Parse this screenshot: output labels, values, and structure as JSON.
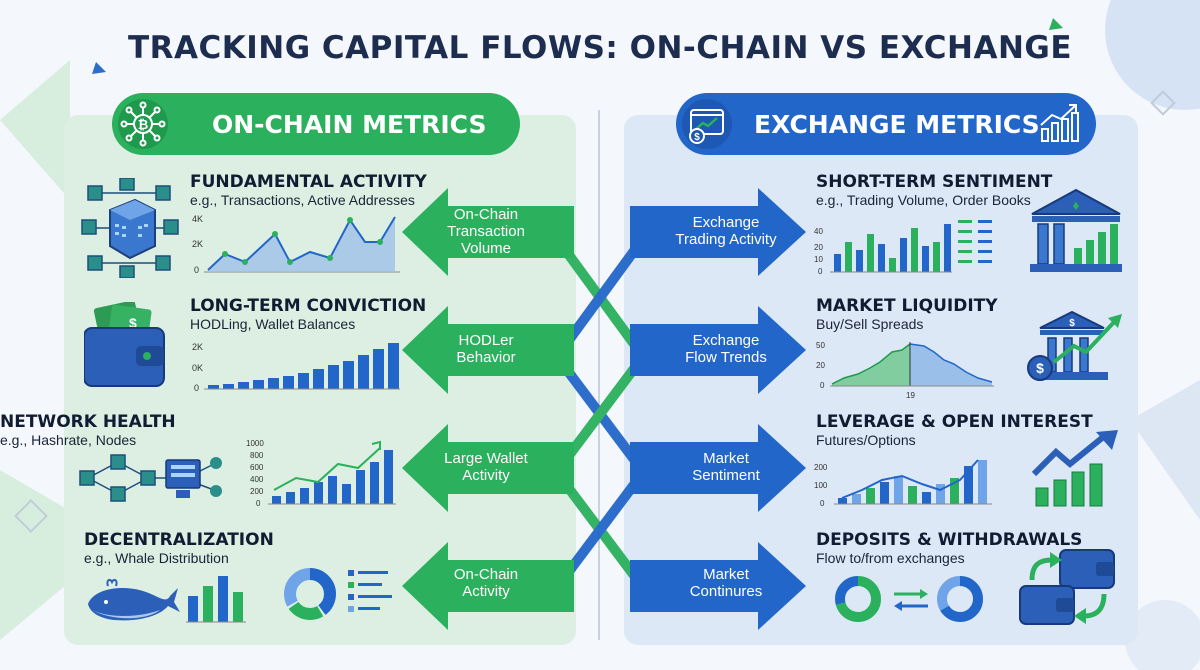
{
  "title": "TRACKING CAPITAL FLOWS: ON-CHAIN VS EXCHANGE",
  "left_header": "ON-CHAIN METRICS",
  "right_header": "EXCHANGE METRICS",
  "left_metrics": [
    {
      "title": "FUNDAMENTAL ACTIVITY",
      "subtitle": "e.g., Transactions, Active Addresses",
      "axis_labels": [
        "4K",
        "2K",
        "0"
      ]
    },
    {
      "title": "LONG-TERM CONVICTION",
      "subtitle": "HODLing, Wallet Balances",
      "axis_labels": [
        "2K",
        "0K",
        "0"
      ]
    },
    {
      "title": "NETWORK HEALTH",
      "subtitle": "e.g., Hashrate, Nodes",
      "axis_labels": [
        "1000",
        "800",
        "600",
        "400",
        "200",
        "0"
      ]
    },
    {
      "title": "DECENTRALIZATION",
      "subtitle": "e.g., Whale Distribution",
      "axis_labels": []
    }
  ],
  "right_metrics": [
    {
      "title": "SHORT-TERM SENTIMENT",
      "subtitle": "e.g., Trading Volume, Order Books",
      "axis_labels": [
        "40",
        "20",
        "10",
        "0"
      ]
    },
    {
      "title": "MARKET LIQUIDITY",
      "subtitle": "Buy/Sell Spreads",
      "axis_labels": [
        "50",
        "20",
        "0"
      ],
      "x_label": "19"
    },
    {
      "title": "LEVERAGE & OPEN INTEREST",
      "subtitle": "Futures/Options",
      "axis_labels": [
        "200",
        "100",
        "0"
      ]
    },
    {
      "title": "DEPOSITS & WITHDRAWALS",
      "subtitle": "Flow to/from exchanges",
      "axis_labels": []
    }
  ],
  "left_arrows": [
    {
      "lines": [
        "On-Chain",
        "Transaction",
        "Volume"
      ]
    },
    {
      "lines": [
        "HODLer",
        "Behavior"
      ]
    },
    {
      "lines": [
        "Large Wallet",
        "Activity"
      ]
    },
    {
      "lines": [
        "On-Chain",
        "Activity"
      ]
    }
  ],
  "right_arrows": [
    {
      "lines": [
        "Exchange",
        "Trading Activity"
      ]
    },
    {
      "lines": [
        "Exchange",
        "Flow Trends"
      ]
    },
    {
      "lines": [
        "Market",
        "Sentiment"
      ]
    },
    {
      "lines": [
        "Market",
        "Continures"
      ]
    }
  ],
  "colors": {
    "green": "#2bb05d",
    "blue": "#2366c9",
    "navy": "#1d2d4f",
    "green_panel": "#dcefe2",
    "blue_panel": "#dce8f6"
  },
  "icons": [
    "blockchain-icon",
    "bar-chart-icon",
    "cube-network-icon",
    "wallet-cash-icon",
    "server-network-icon",
    "whale-icon",
    "donut-chart-icon",
    "bank-icon",
    "dollar-bank-icon",
    "trend-arrow-icon",
    "wallet-exchange-icon"
  ]
}
